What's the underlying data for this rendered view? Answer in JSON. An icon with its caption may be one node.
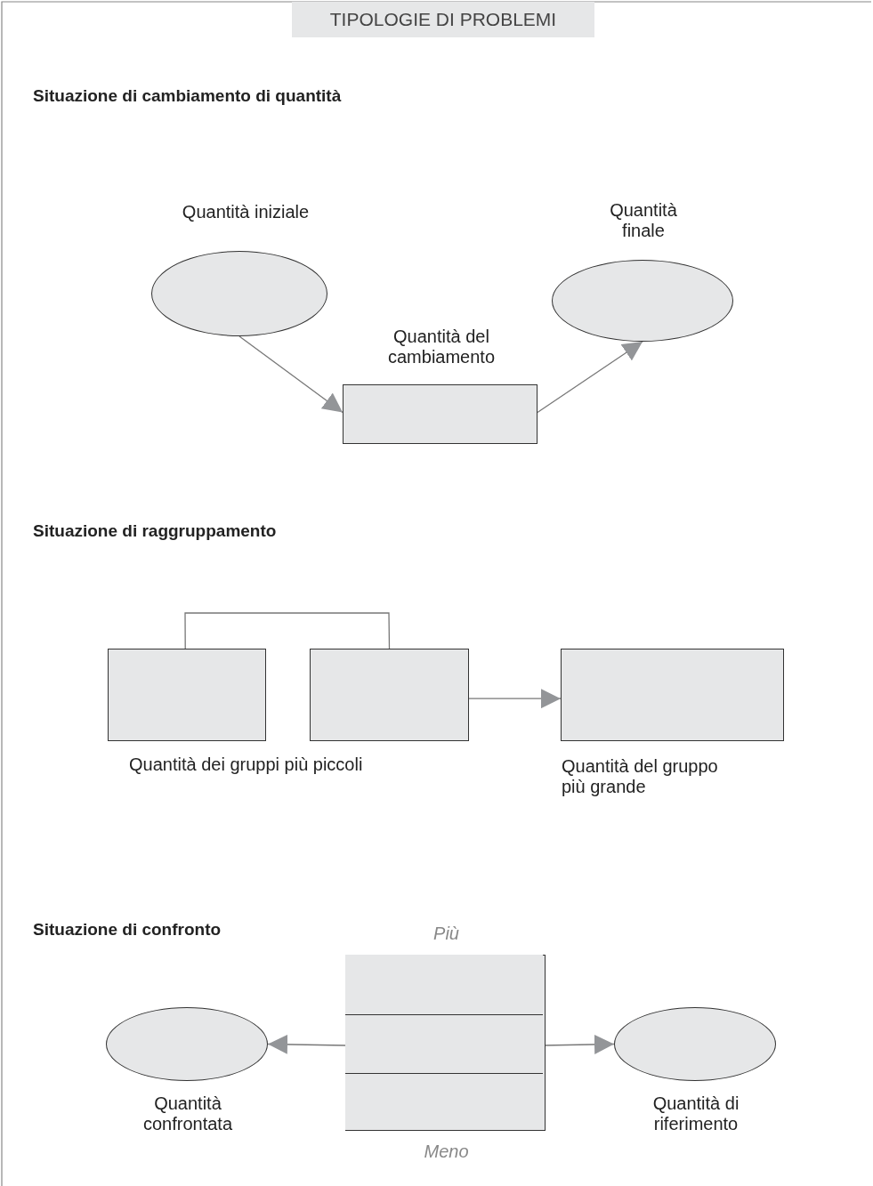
{
  "diagram": {
    "title": "TIPOLOGIE DI PROBLEMI",
    "nodes": [
      {
        "text": [
          "Quantità iniziale"
        ]
      },
      {
        "text": [
          "Quantità del cambiamento"
        ]
      },
      {
        "text": [
          "Quantità finale"
        ]
      },
      {
        "text": [],
        "shape": "box"
      },
      {
        "text": [],
        "shape": "box"
      },
      {
        "text": [
          "Quantità del gruppo più grande"
        ]
      },
      {
        "text": [
          "Più",
          "Meno"
        ]
      },
      {
        "text": [],
        "shape": "box",
        "in": 6
      },
      {
        "text": [],
        "shape": "box",
        "in": 6
      },
      {
        "text": [],
        "shape": "box",
        "in": 6
      },
      {
        "text": [
          "Quantità confrontata"
        ]
      },
      {
        "text": [
          "Quantità di riferimento"
        ]
      }
    ],
    "edges": [
      {
        "from": 0,
        "to": 1,
        "arrow": "to"
      },
      {
        "from": 1,
        "to": 2,
        "arrow": "to"
      },
      {
        "from": 3,
        "to": 4,
        "arrow": "none"
      },
      {
        "from": 4,
        "to": 5,
        "arrow": "to"
      },
      {
        "from": 8,
        "to": 10,
        "arrow": "to"
      },
      {
        "from": 8,
        "to": 11,
        "arrow": "to"
      }
    ],
    "labels": [
      "Situazione di cambiamento di quantità",
      "Situazione di raggruppamento",
      "Quantità dei gruppi più piccoli",
      "Situazione di confronto"
    ]
  }
}
